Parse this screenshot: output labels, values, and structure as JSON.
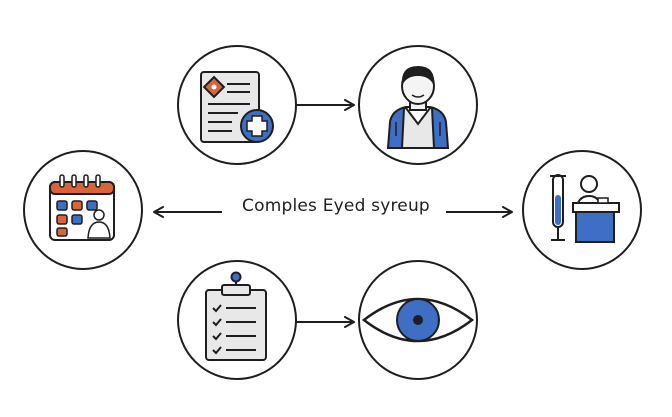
{
  "center_label": "Comples Eyed syreup",
  "nodes": [
    {
      "id": "medical-record",
      "icon": "medical-document-icon"
    },
    {
      "id": "doctor",
      "icon": "doctor-icon"
    },
    {
      "id": "calendar-appointment",
      "icon": "calendar-patient-icon"
    },
    {
      "id": "lab-test",
      "icon": "test-tube-lab-icon"
    },
    {
      "id": "checklist",
      "icon": "clipboard-checklist-icon"
    },
    {
      "id": "eye",
      "icon": "eye-icon"
    }
  ],
  "colors": {
    "accent_blue": "#3f6fc4",
    "accent_orange": "#d9643c",
    "stroke": "#1e1e1e",
    "paper": "#e8e8e8"
  }
}
